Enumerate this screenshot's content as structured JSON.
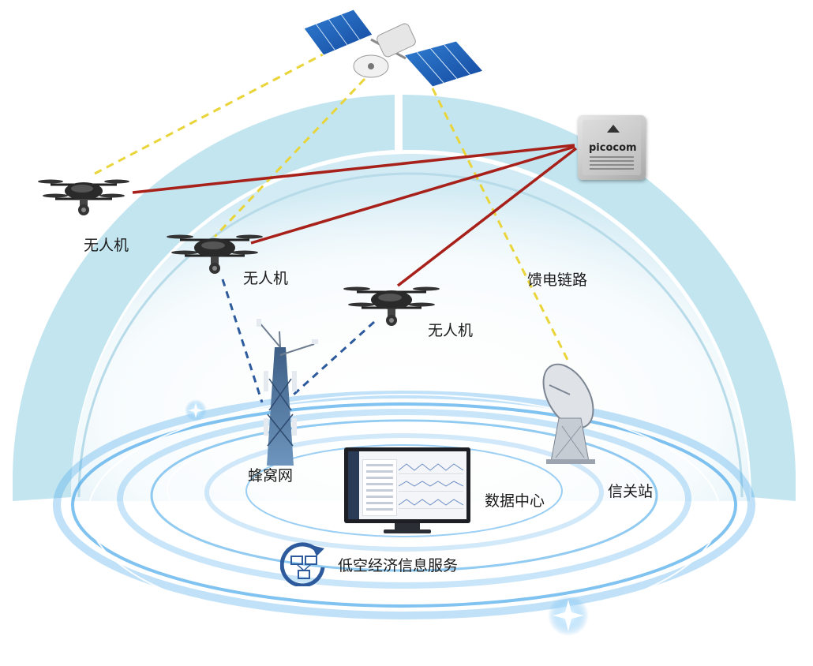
{
  "labels": {
    "drone_1": "无人机",
    "drone_2": "无人机",
    "drone_3": "无人机",
    "feeder_link": "馈电链路",
    "cellular_network": "蜂窝网",
    "data_center": "数据中心",
    "gateway_station": "信关站",
    "service": "低空经济信息服务"
  },
  "chip": {
    "brand": "picocom"
  },
  "colors": {
    "satellite_link": "#e9d53a",
    "chip_link": "#a8201a",
    "cellular_link": "#2c5a9c",
    "dome_ring": "#8fd0e4",
    "vortex": "#4aa8ea"
  },
  "icons": [
    "satellite-icon",
    "drone-icon",
    "cell-tower-icon",
    "dish-antenna-icon",
    "monitor-icon",
    "network-service-icon",
    "chip-icon"
  ]
}
